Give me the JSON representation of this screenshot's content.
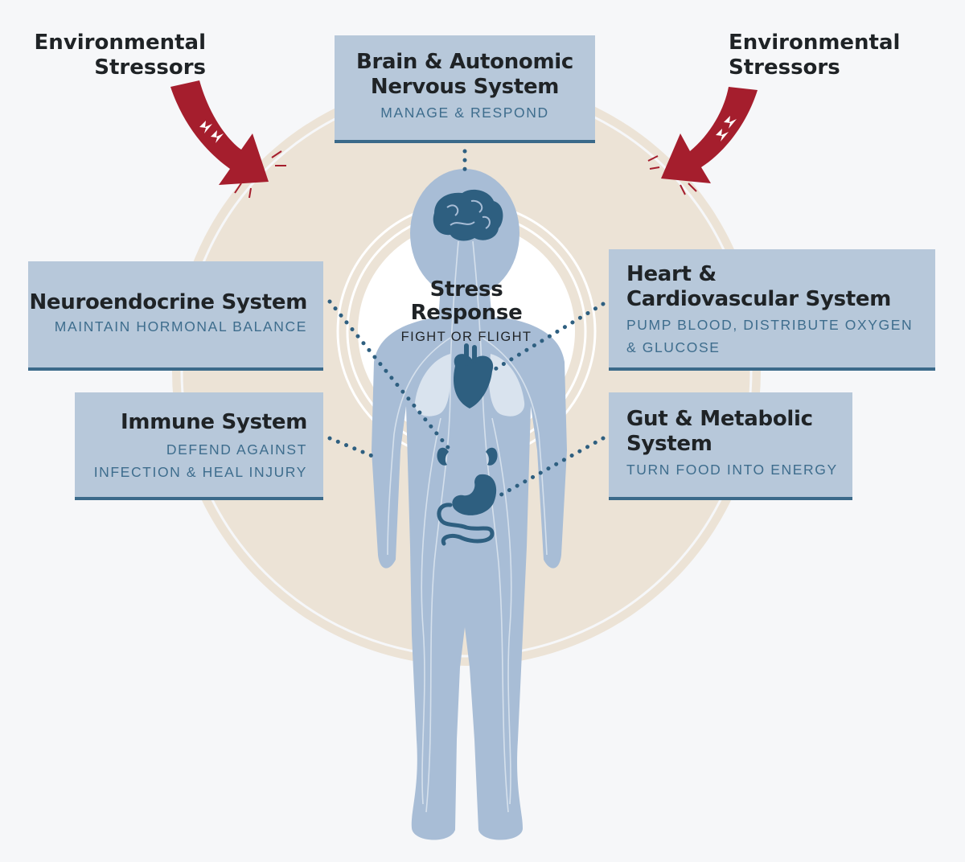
{
  "stressors": {
    "left": {
      "line1": "Environmental",
      "line2": "Stressors"
    },
    "right": {
      "line1": "Environmental",
      "line2": "Stressors"
    }
  },
  "center": {
    "title_line1": "Stress",
    "title_line2": "Response",
    "subtitle": "FIGHT OR FLIGHT"
  },
  "systems": {
    "brain": {
      "title_line1": "Brain & Autonomic",
      "title_line2": "Nervous System",
      "subtitle": "MANAGE & RESPOND"
    },
    "neuro": {
      "title": "Neuroendocrine System",
      "subtitle": "MAINTAIN HORMONAL BALANCE"
    },
    "immune": {
      "title": "Immune System",
      "subtitle_line1": "DEFEND AGAINST",
      "subtitle_line2": "INFECTION & HEAL INJURY"
    },
    "heart": {
      "title_line1": "Heart &",
      "title_line2": "Cardiovascular System",
      "subtitle_line1": "PUMP BLOOD, DISTRIBUTE OXYGEN",
      "subtitle_line2": "& GLUCOSE"
    },
    "gut": {
      "title_line1": "Gut & Metabolic",
      "title_line2": "System",
      "subtitle": "TURN FOOD INTO ENERGY"
    }
  },
  "colors": {
    "background": "#f6f7f9",
    "halo": "#ece3d6",
    "body": "#a8bdd6",
    "organ": "#2e5f80",
    "box": "#b7c8da",
    "accent": "#3b6a8a",
    "arrow": "#a51e2d"
  },
  "icons": [
    "arrow-icon",
    "lightning-icon",
    "brain-icon",
    "heart-icon",
    "lung-icon",
    "kidney-icon",
    "stomach-icon",
    "intestine-icon"
  ]
}
